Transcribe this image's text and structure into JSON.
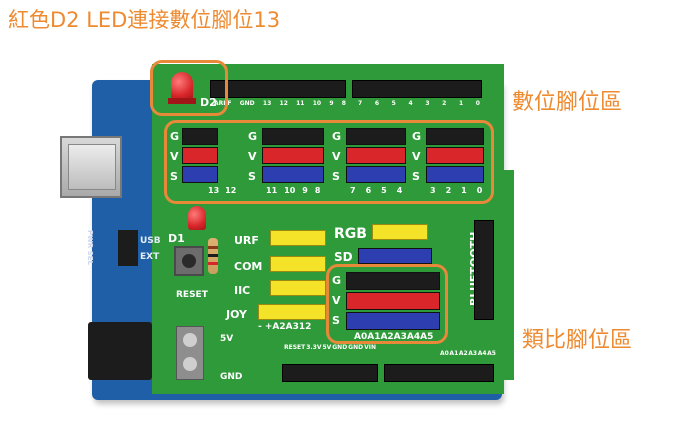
{
  "title": "紅色D2 LED連接數位腳位13",
  "labels": {
    "digital_area": "數位腳位區",
    "analog_area": "類比腳位區"
  },
  "board": {
    "led_label": "D2",
    "led2_label": "D1",
    "reset_label": "RESET",
    "usb_label": "USB",
    "ext_label": "EXT",
    "pwr_sel_label": "PWR SEL",
    "gvs": [
      "G",
      "V",
      "S"
    ],
    "digital_groups": [
      {
        "pins": [
          "13",
          "12"
        ]
      },
      {
        "pins": [
          "11",
          "10",
          "9",
          "8"
        ]
      },
      {
        "pins": [
          "7",
          "6",
          "5",
          "4"
        ]
      },
      {
        "pins": [
          "3",
          "2",
          "1",
          "0"
        ]
      }
    ],
    "top_header_left": [
      "AREF",
      "GND",
      "13",
      "12",
      "11",
      "10",
      "9",
      "8"
    ],
    "top_header_right": [
      "7",
      "6",
      "5",
      "4",
      "3",
      "2",
      "1",
      "0"
    ],
    "mid_labels": [
      "URF",
      "COM",
      "IIC",
      "JOY"
    ],
    "joy_sub": "- +A2A3",
    "joy_sub2": "12",
    "rgb_label": "RGB",
    "sd_label": "SD",
    "bluetooth_label": "BLUETOOTH",
    "analog_pins_label": "A0A1A2A3A4A5",
    "power_labels": [
      "5V",
      "GND"
    ],
    "bottom_left_pins": [
      "RESET",
      "3.3V",
      "5V",
      "GND",
      "GND",
      "VIN"
    ],
    "bottom_right_pins": [
      "A0",
      "A1",
      "A2",
      "A3",
      "A4",
      "A5"
    ]
  },
  "colors": {
    "accent": "#e8893a",
    "board_green": "#2f9a3a",
    "arduino_blue": "#1f5fa8",
    "ground_row": "#1c1c1c",
    "vcc_row": "#d8262a",
    "signal_row": "#2d3fb0",
    "led_red": "#d8262a"
  }
}
